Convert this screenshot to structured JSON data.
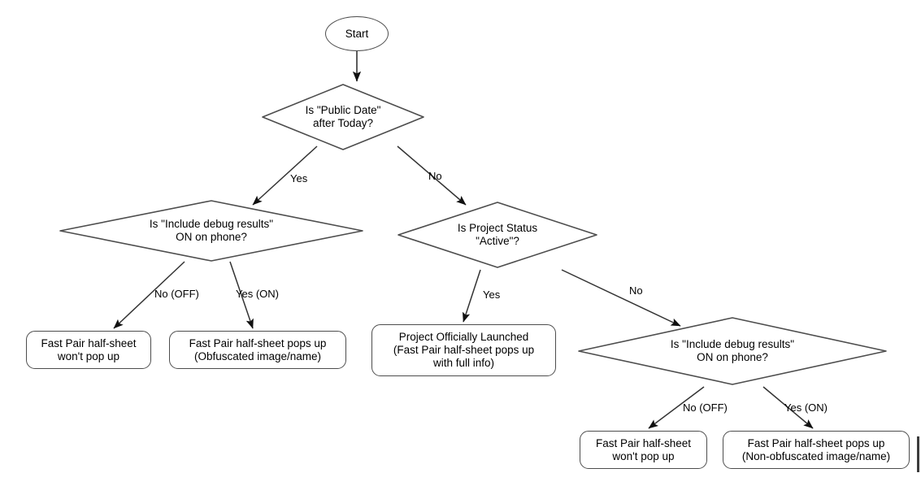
{
  "diagram": {
    "title": "Fast Pair half-sheet visibility decision flow",
    "stroke_color": "#4d4d4d",
    "edge_color": "#333333",
    "text_color": "#000000",
    "background": "#ffffff"
  },
  "nodes": {
    "start": {
      "label": "Start",
      "type": "terminator"
    },
    "decision_public_date": {
      "label": "Is \"Public Date\"\nafter Today?",
      "type": "decision"
    },
    "decision_debug_left": {
      "label": "Is \"Include debug results\"\nON on phone?",
      "type": "decision"
    },
    "decision_project_status": {
      "label": "Is Project Status\n\"Active\"?",
      "type": "decision"
    },
    "decision_debug_right": {
      "label": "Is \"Include debug results\"\nON on phone?",
      "type": "decision"
    },
    "result_left_off": {
      "label": "Fast Pair half-sheet\nwon't pop up",
      "type": "result"
    },
    "result_left_on": {
      "label": "Fast Pair half-sheet pops up\n(Obfuscated image/name)",
      "type": "result"
    },
    "result_launched": {
      "label": "Project Officially Launched\n(Fast Pair half-sheet pops up\nwith full info)",
      "type": "result"
    },
    "result_right_off": {
      "label": "Fast Pair half-sheet\nwon't pop up",
      "type": "result"
    },
    "result_right_on": {
      "label": "Fast Pair half-sheet pops up\n(Non-obfuscated image/name)",
      "type": "result"
    }
  },
  "edge_labels": {
    "public_date_yes": "Yes",
    "public_date_no": "No",
    "debug_left_no": "No (OFF)",
    "debug_left_yes": "Yes (ON)",
    "project_status_yes": "Yes",
    "project_status_no": "No",
    "debug_right_no": "No (OFF)",
    "debug_right_yes": "Yes (ON)"
  },
  "edges": [
    {
      "from": "start",
      "to": "decision_public_date",
      "label": ""
    },
    {
      "from": "decision_public_date",
      "to": "decision_debug_left",
      "label": "Yes"
    },
    {
      "from": "decision_public_date",
      "to": "decision_project_status",
      "label": "No"
    },
    {
      "from": "decision_debug_left",
      "to": "result_left_off",
      "label": "No (OFF)"
    },
    {
      "from": "decision_debug_left",
      "to": "result_left_on",
      "label": "Yes (ON)"
    },
    {
      "from": "decision_project_status",
      "to": "result_launched",
      "label": "Yes"
    },
    {
      "from": "decision_project_status",
      "to": "decision_debug_right",
      "label": "No"
    },
    {
      "from": "decision_debug_right",
      "to": "result_right_off",
      "label": "No (OFF)"
    },
    {
      "from": "decision_debug_right",
      "to": "result_right_on",
      "label": "Yes (ON)"
    }
  ]
}
